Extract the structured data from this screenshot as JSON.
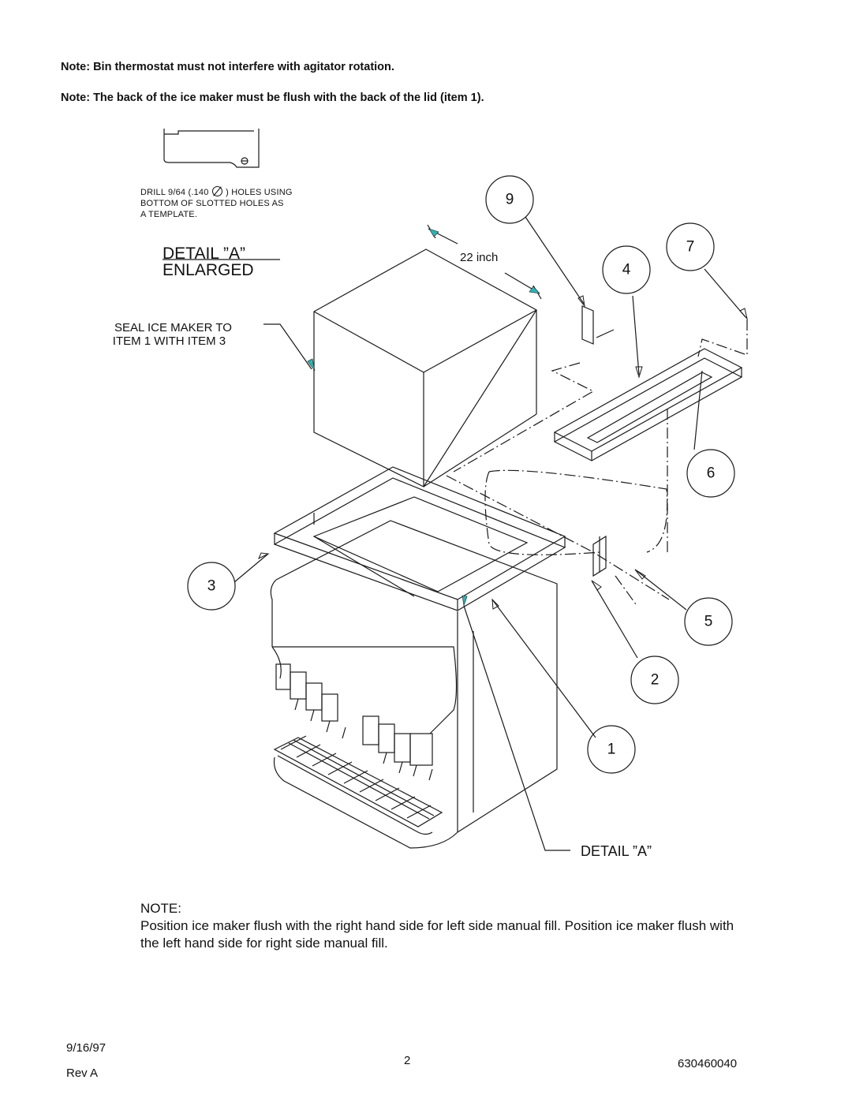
{
  "notes": {
    "note1": "Note: Bin thermostat must not interfere with agitator rotation.",
    "note2": "Note: The back of the ice maker must be flush with the back of the lid (item 1)."
  },
  "detail_inset": {
    "drill_line1": "DRILL 9/64 (.140",
    "drill_line1_end": ") HOLES USING",
    "drill_line2": "BOTTOM OF SLOTTED HOLES AS",
    "drill_line3": "A TEMPLATE.",
    "title_line1": "DETAIL ”A”",
    "title_line2": "ENLARGED"
  },
  "labels": {
    "dimension": "22 inch",
    "seal_line1": "SEAL ICE MAKER TO",
    "seal_line2": "ITEM 1 WITH ITEM 3",
    "detail_ref": "DETAIL ”A”"
  },
  "callouts": [
    "9",
    "7",
    "4",
    "6",
    "3",
    "5",
    "2",
    "1"
  ],
  "bottom_note": {
    "heading": "NOTE:",
    "text": "Position ice maker flush with the right hand side for left side manual fill. Position ice maker flush with the left hand side for right side manual fill."
  },
  "footer": {
    "date": "9/16/97",
    "rev": "Rev A",
    "page": "2",
    "doc_number": "630460040"
  },
  "colors": {
    "line": "#1a1a1a",
    "arrow_accent": "#2fb3b3"
  }
}
